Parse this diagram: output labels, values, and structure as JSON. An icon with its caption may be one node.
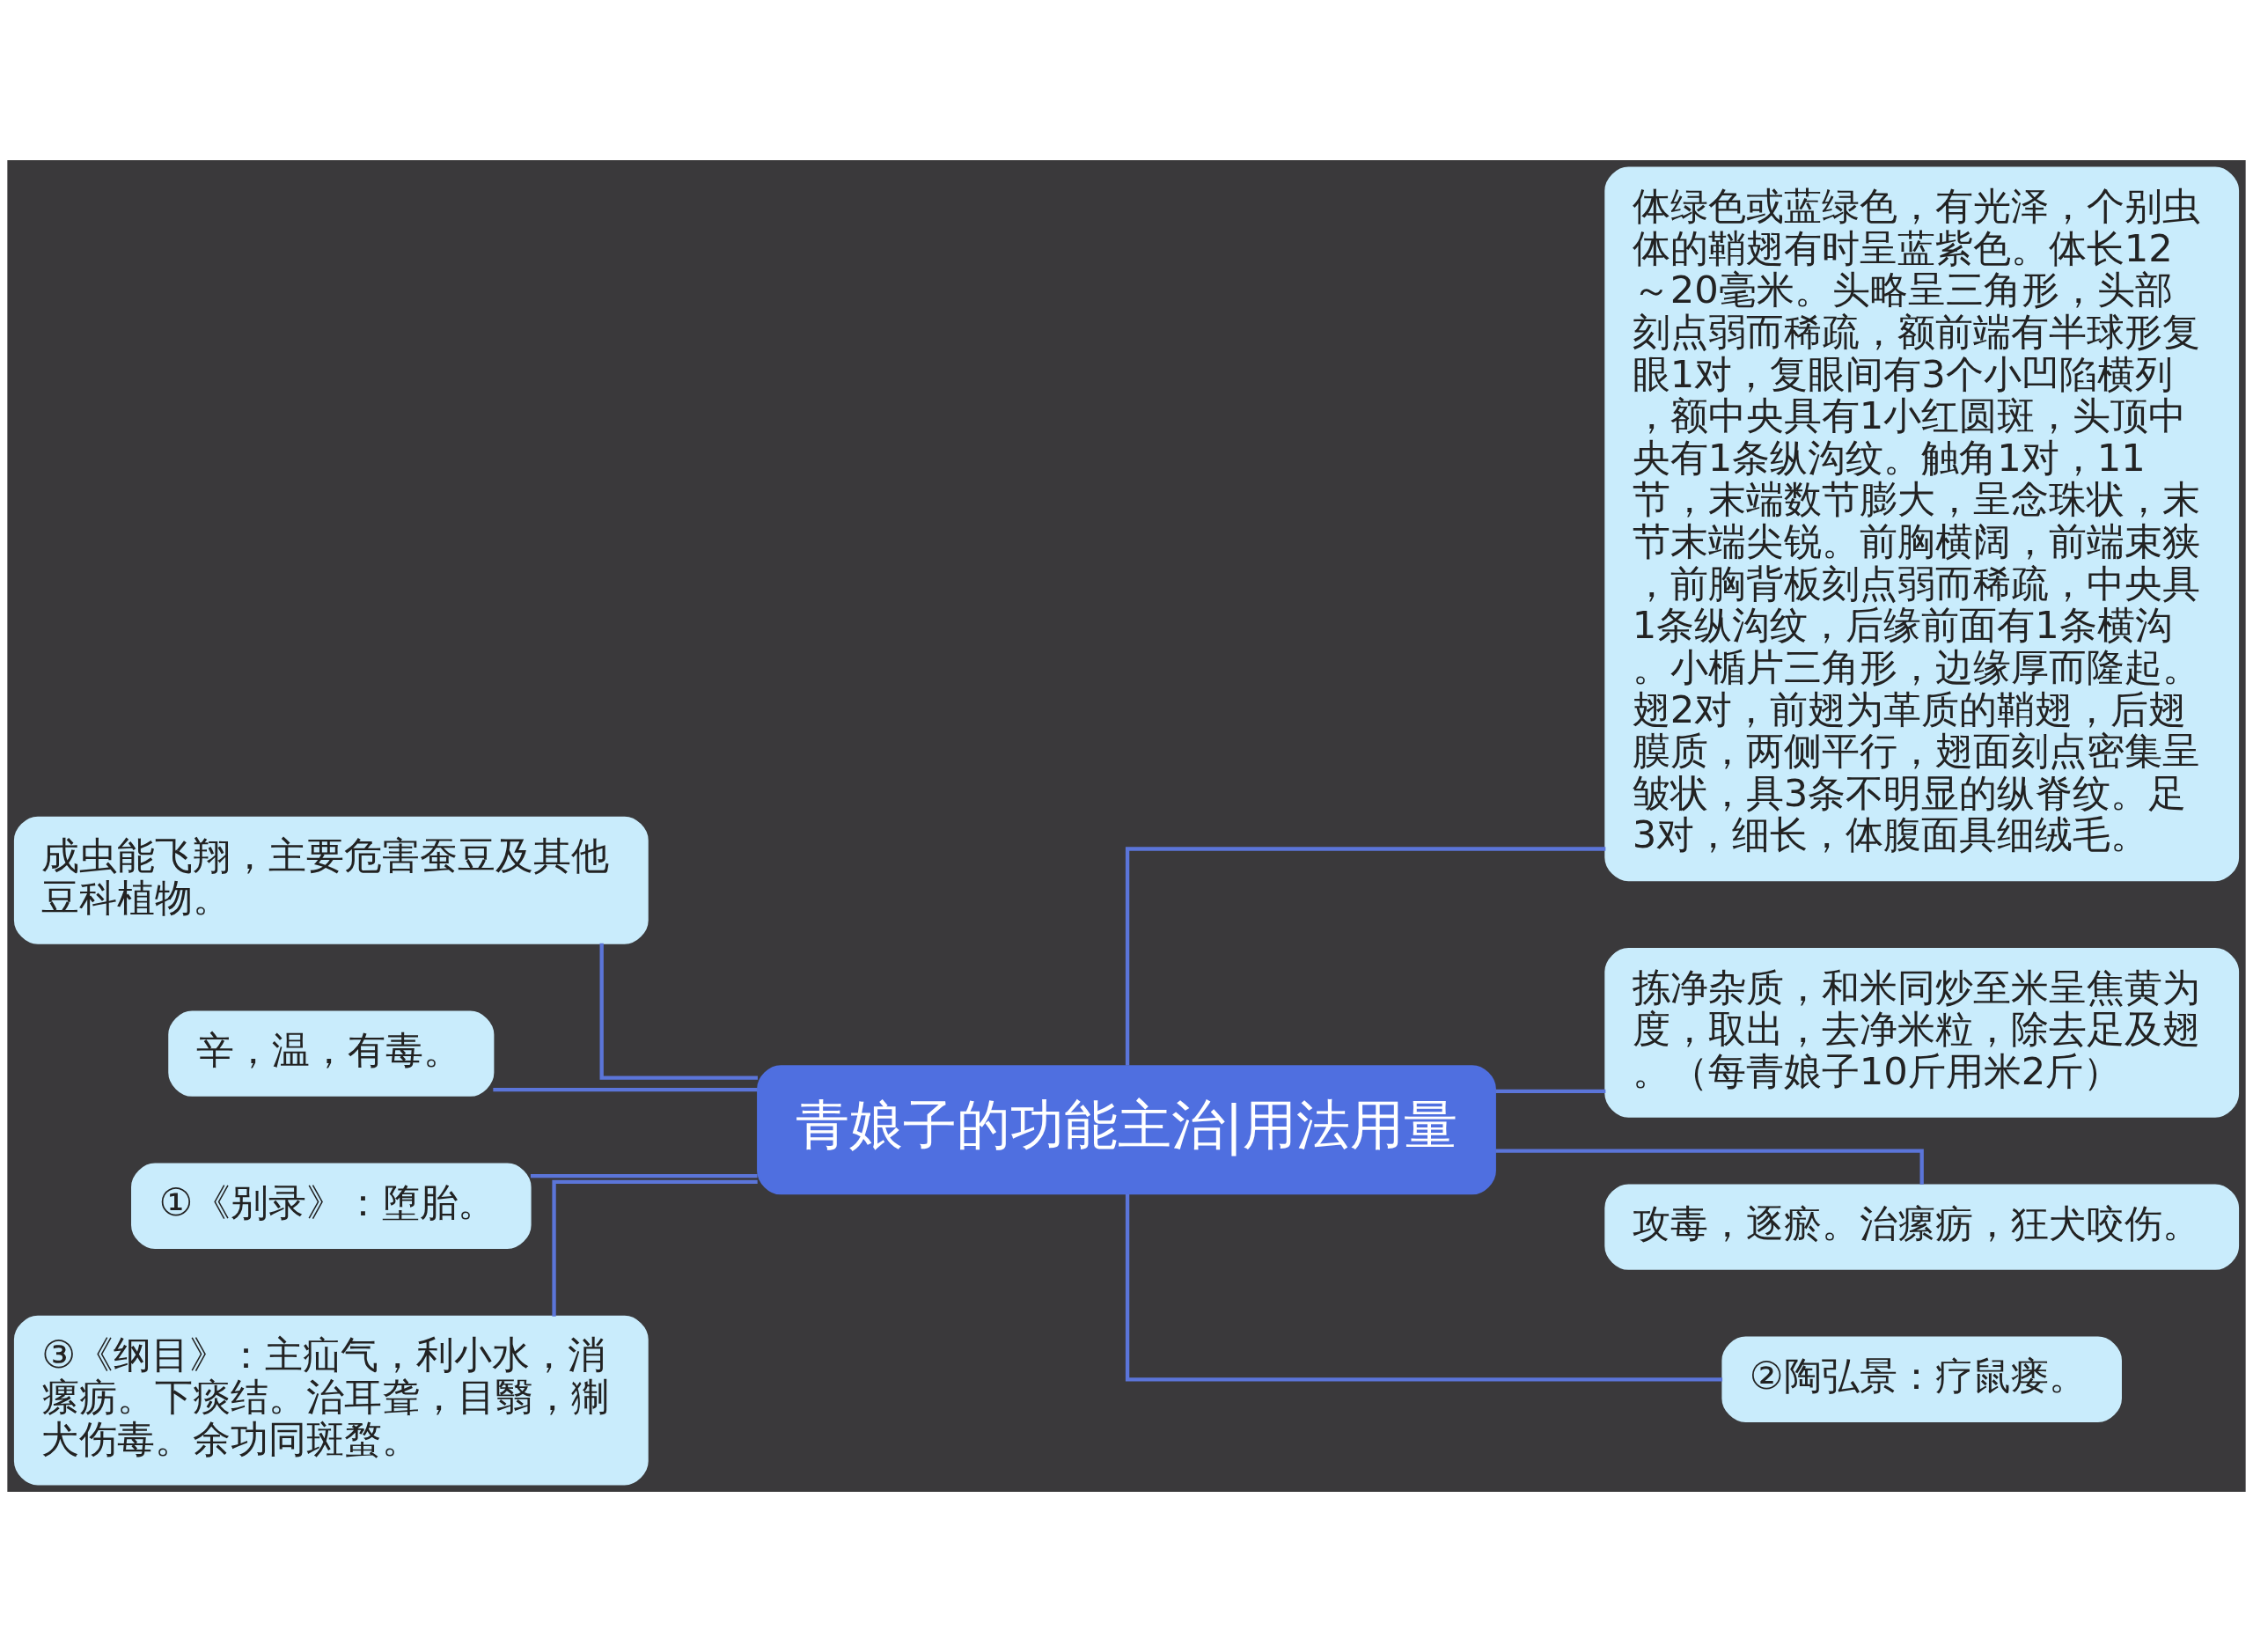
{
  "diagram": {
    "nodes": [
      {
        "text": [
          "青娘子的功能主治|用法用量"
        ]
      },
      {
        "text": [
          "成虫能飞翔，主要危害蚕豆及其他豆科植物。"
        ]
      },
      {
        "text": [
          "辛，温，有毒。"
        ]
      },
      {
        "text": [
          "①《别录》：堕胎。"
        ]
      },
      {
        "text": [
          "③《纲目》：主疝气，利小水，消瘰疬。下痰结。治耳聋，目翳，猘犬伤毒。余功同斑蝥。"
        ]
      },
      {
        "text": [
          "体绿色或蓝绿色，有光泽，个别虫体的鞘翅有时呈蓝紫色。体长12～20毫米。头略呈三角形，头部刻点弱而稀疏，额前端有半球形复眼1对，复眼间有3个小凹陷横列，额中央具有1小红圆斑，头顶中央有1条纵沟纹。触角1对，11节，末端数节膨大，呈念珠状，末节末端尖锐。前胸横阔，前端束狭，前胸背板刻点弱而稀疏，中央具1条纵沟纹，后缘前面有1条横沟。小楯片三角形，边缘厚而隆起。翅2对，前翅为革质的鞘翅，后翅膜质，两侧平行，翅面刻点密集呈皱状，具3条不明显的纵脊纹。足3对，细长，体腹面具细绒毛。"
        ]
      },
      {
        "text": [
          "拣净杂质，和米同炒至米呈焦黄为度，取出，去净米粒，除去足及翅。（每青娘子10斤用米2斤）"
        ]
      },
      {
        "text": [
          "攻毒，逐瘀。治瘰疬，狂犬咬伤。"
        ]
      },
      {
        "text": [
          "②陶弘景：疗鼠瘘。"
        ]
      }
    ],
    "edges": [
      {
        "from": 0,
        "to": 1,
        "arrow": "none"
      },
      {
        "from": 0,
        "to": 2,
        "arrow": "none"
      },
      {
        "from": 0,
        "to": 3,
        "arrow": "none"
      },
      {
        "from": 0,
        "to": 4,
        "arrow": "none"
      },
      {
        "from": 0,
        "to": 5,
        "arrow": "none"
      },
      {
        "from": 0,
        "to": 6,
        "arrow": "none"
      },
      {
        "from": 0,
        "to": 7,
        "arrow": "none"
      },
      {
        "from": 0,
        "to": 8,
        "arrow": "none"
      }
    ]
  }
}
